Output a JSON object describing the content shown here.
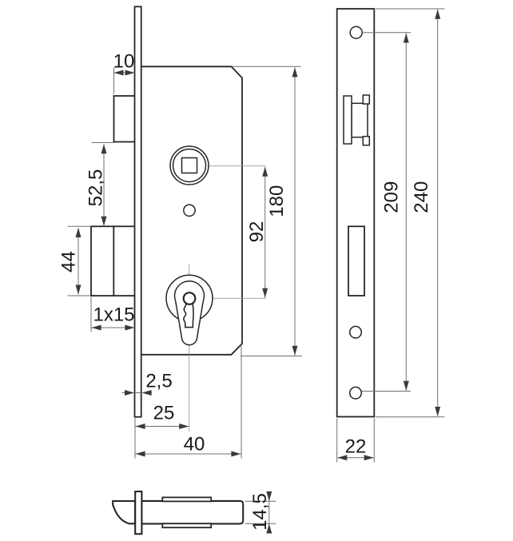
{
  "dimensions": {
    "front": {
      "latch_protrusion": "10",
      "latch_to_deadbolt": "52,5",
      "deadbolt_height": "44",
      "deadbolt_chamfer": "1x15",
      "faceplate_thickness": "2,5",
      "backset": "25",
      "case_depth": "40",
      "follower_to_cylinder": "92",
      "case_height": "180"
    },
    "faceplate": {
      "hole_spacing": "209",
      "height": "240",
      "width": "22"
    },
    "latch": {
      "thickness": "14,5"
    }
  },
  "colors": {
    "outline": "#262626",
    "dimension_line": "#6f6f6f",
    "centerline": "#9b9b9b",
    "text": "#1a1a1a",
    "background": "#ffffff"
  }
}
